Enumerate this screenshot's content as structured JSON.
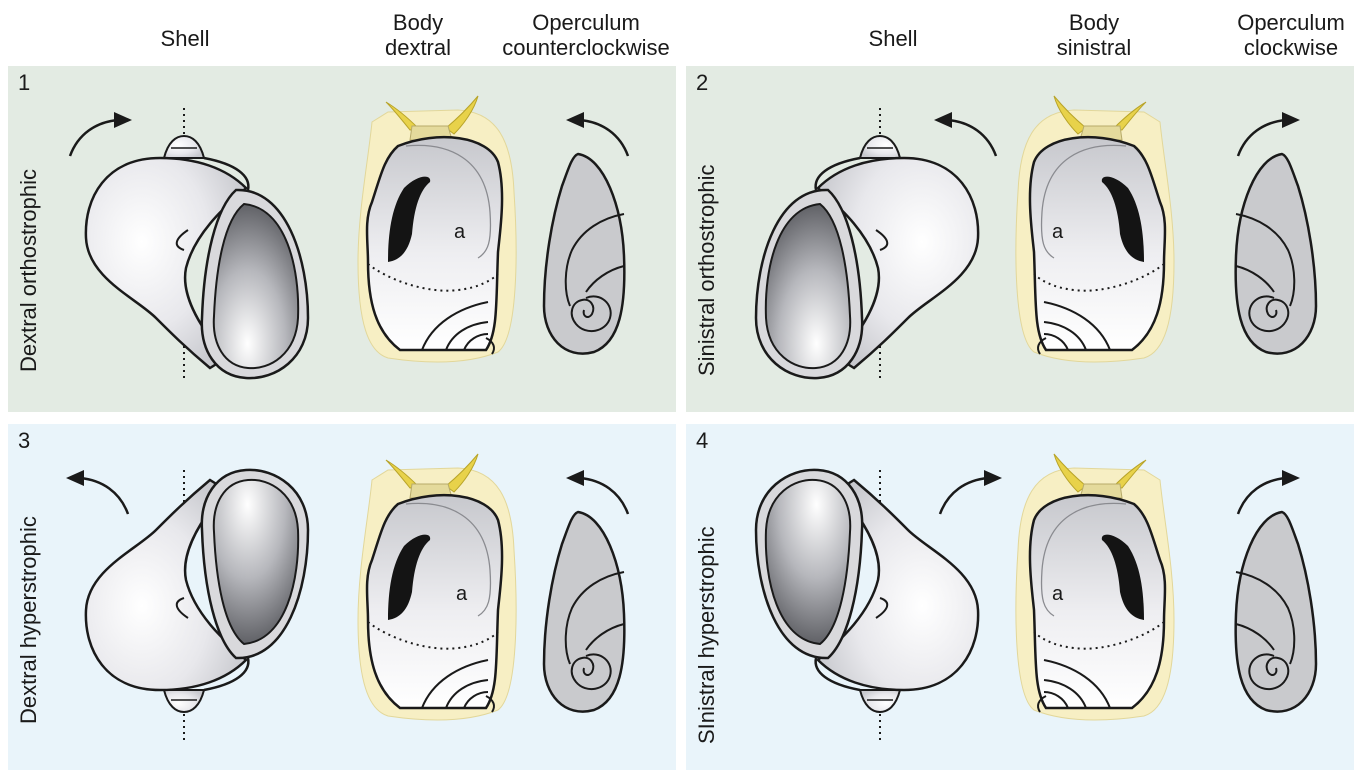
{
  "headers": {
    "left_shell": "Shell",
    "left_body": [
      "Body",
      "dextral"
    ],
    "left_operculum": [
      "Operculum",
      "counterclockwise"
    ],
    "right_shell": "Shell",
    "right_body": [
      "Body",
      "sinistral"
    ],
    "right_operculum": [
      "Operculum",
      "clockwise"
    ]
  },
  "panels": [
    {
      "number": "1",
      "label": "Dextral orthostrophic",
      "body_label": "a"
    },
    {
      "number": "2",
      "label": "Sinistral orthostrophic",
      "body_label": "a"
    },
    {
      "number": "3",
      "label": "Dextral hyperstrophic",
      "body_label": "a"
    },
    {
      "number": "4",
      "label": "SInistral hyperstrophic",
      "body_label": "a"
    }
  ],
  "colors": {
    "orthostrophic_panel": "#e3ebe3",
    "hyperstrophic_panel": "#e9f4fa",
    "mantle": "#f7efc4",
    "tentacle": "#e8d24a",
    "shell_fill": "#e6e6ea",
    "operculum": "#c9cacd",
    "outline": "#1a1a1a"
  },
  "icons": [
    "rotation-arrow-icon",
    "shell-icon",
    "body-icon",
    "operculum-icon"
  ]
}
